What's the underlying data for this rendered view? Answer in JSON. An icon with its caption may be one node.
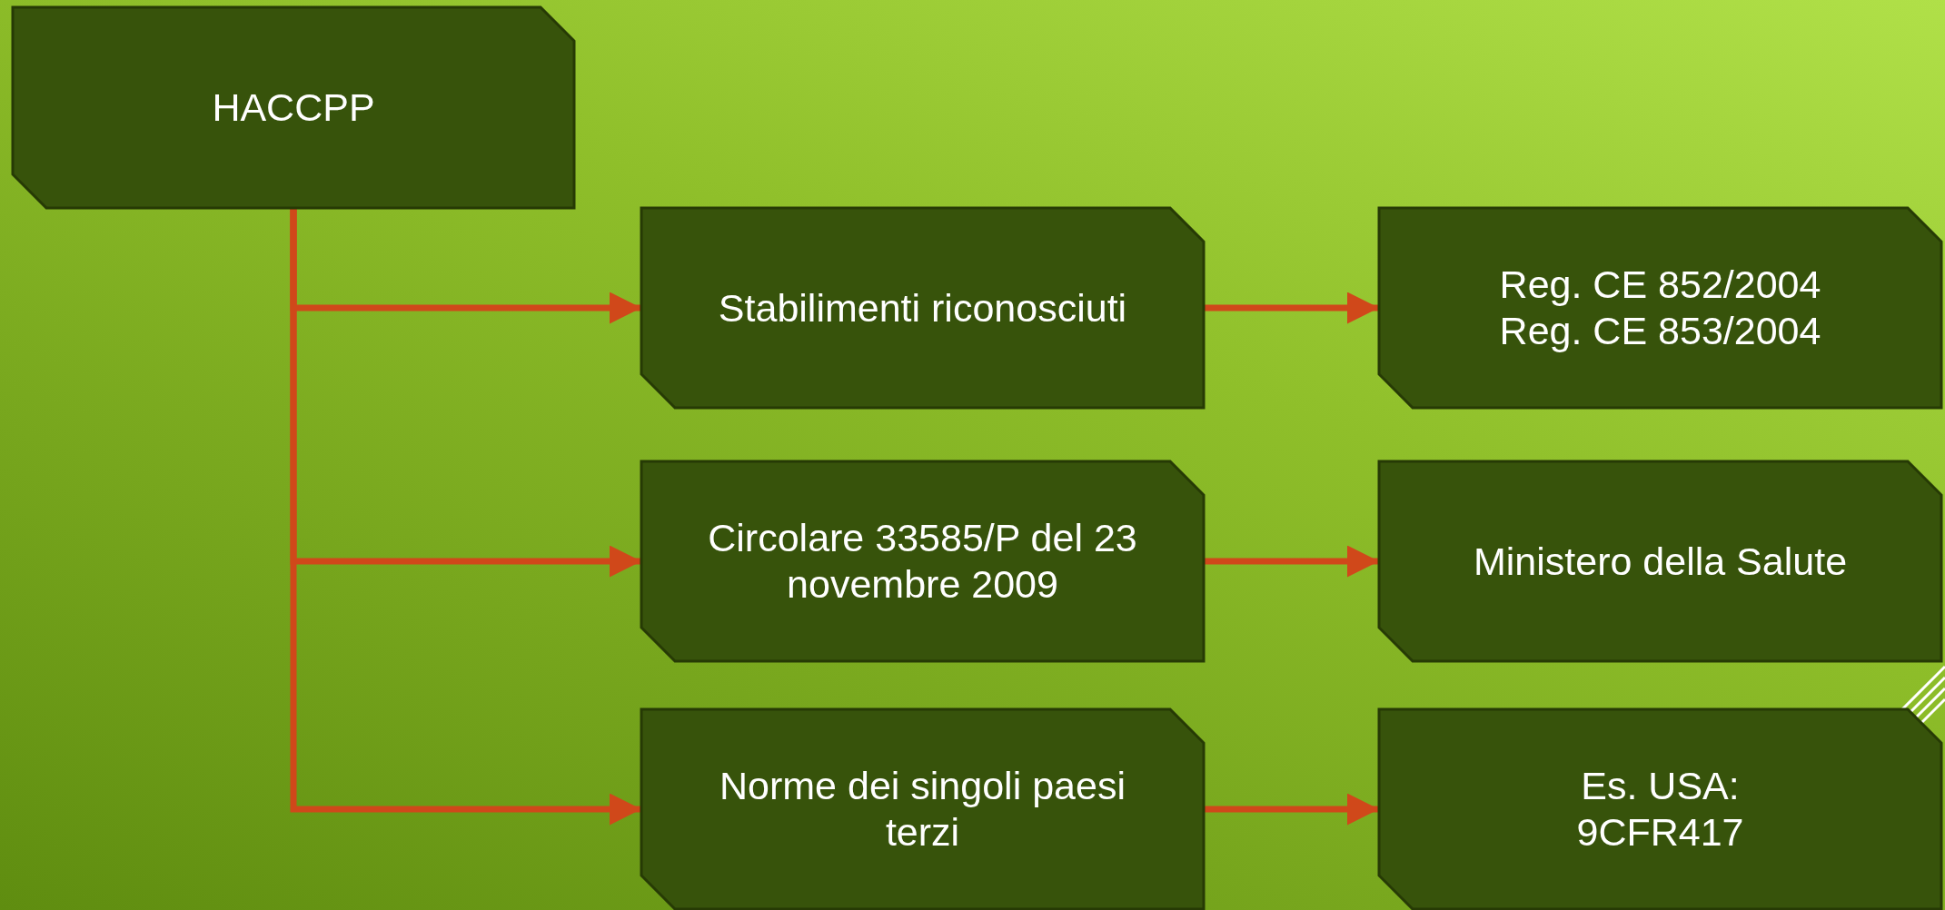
{
  "diagram": {
    "nodes": [
      {
        "text": [
          "HACCPP"
        ]
      },
      {
        "text": [
          "Stabilimenti riconosciuti"
        ]
      },
      {
        "text": [
          "Reg. CE 852/2004",
          "Reg. CE 853/2004"
        ]
      },
      {
        "text": [
          "Circolare 33585/P del 23 novembre 2009"
        ]
      },
      {
        "text": [
          "Ministero della Salute"
        ]
      },
      {
        "text": [
          "Norme dei singoli paesi terzi"
        ]
      },
      {
        "text": [
          "Es. USA: 9CFR417"
        ]
      }
    ],
    "edges": [
      {
        "from": 0,
        "to": 1,
        "arrow": "to"
      },
      {
        "from": 0,
        "to": 3,
        "arrow": "to"
      },
      {
        "from": 0,
        "to": 5,
        "arrow": "to"
      },
      {
        "from": 1,
        "to": 2,
        "arrow": "to"
      },
      {
        "from": 3,
        "to": 4,
        "arrow": "to"
      },
      {
        "from": 5,
        "to": 6,
        "arrow": "to"
      }
    ]
  }
}
